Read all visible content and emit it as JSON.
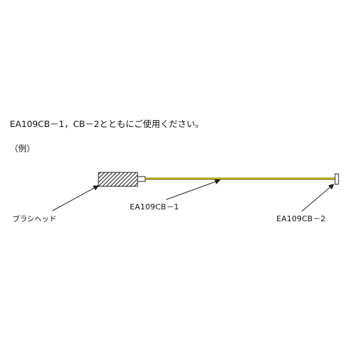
{
  "texts": {
    "intro": "EA109CB－1，CB－2とともにご使用ください。",
    "example": "（例）"
  },
  "labels": {
    "brush_head": "ブラシヘッド",
    "cb1": "EA109CB－1",
    "cb2": "EA109CB－2"
  },
  "colors": {
    "cable": "#7a7a00",
    "cable_highlight": "#d0c000",
    "outline": "#222222"
  }
}
